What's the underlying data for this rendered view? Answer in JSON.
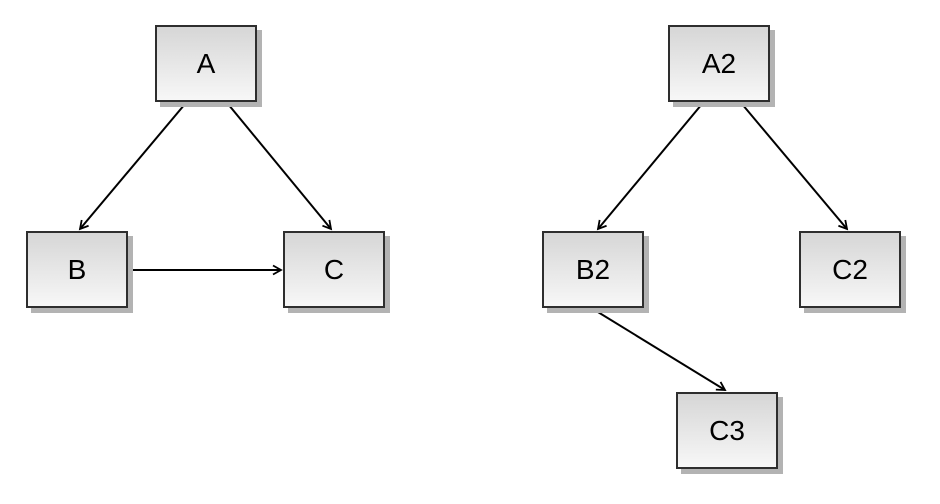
{
  "diagram": {
    "colors": {
      "background": "#ffffff",
      "node_border": "#2e2e2e",
      "node_fill_top": "#d6d6d6",
      "node_fill_bottom": "#f7f7f7",
      "node_shadow": "#b3b3b3",
      "edge": "#000000",
      "label": "#000000"
    },
    "graphs": [
      {
        "name": "left-graph",
        "nodes": [
          {
            "id": "A",
            "label": "A"
          },
          {
            "id": "B",
            "label": "B"
          },
          {
            "id": "C",
            "label": "C"
          }
        ],
        "edges": [
          {
            "from": "A",
            "to": "B"
          },
          {
            "from": "A",
            "to": "C"
          },
          {
            "from": "B",
            "to": "C"
          }
        ]
      },
      {
        "name": "right-graph",
        "nodes": [
          {
            "id": "A2",
            "label": "A2"
          },
          {
            "id": "B2",
            "label": "B2"
          },
          {
            "id": "C2",
            "label": "C2"
          },
          {
            "id": "C3",
            "label": "C3"
          }
        ],
        "edges": [
          {
            "from": "A2",
            "to": "B2"
          },
          {
            "from": "A2",
            "to": "C2"
          },
          {
            "from": "B2",
            "to": "C3"
          }
        ]
      }
    ]
  }
}
